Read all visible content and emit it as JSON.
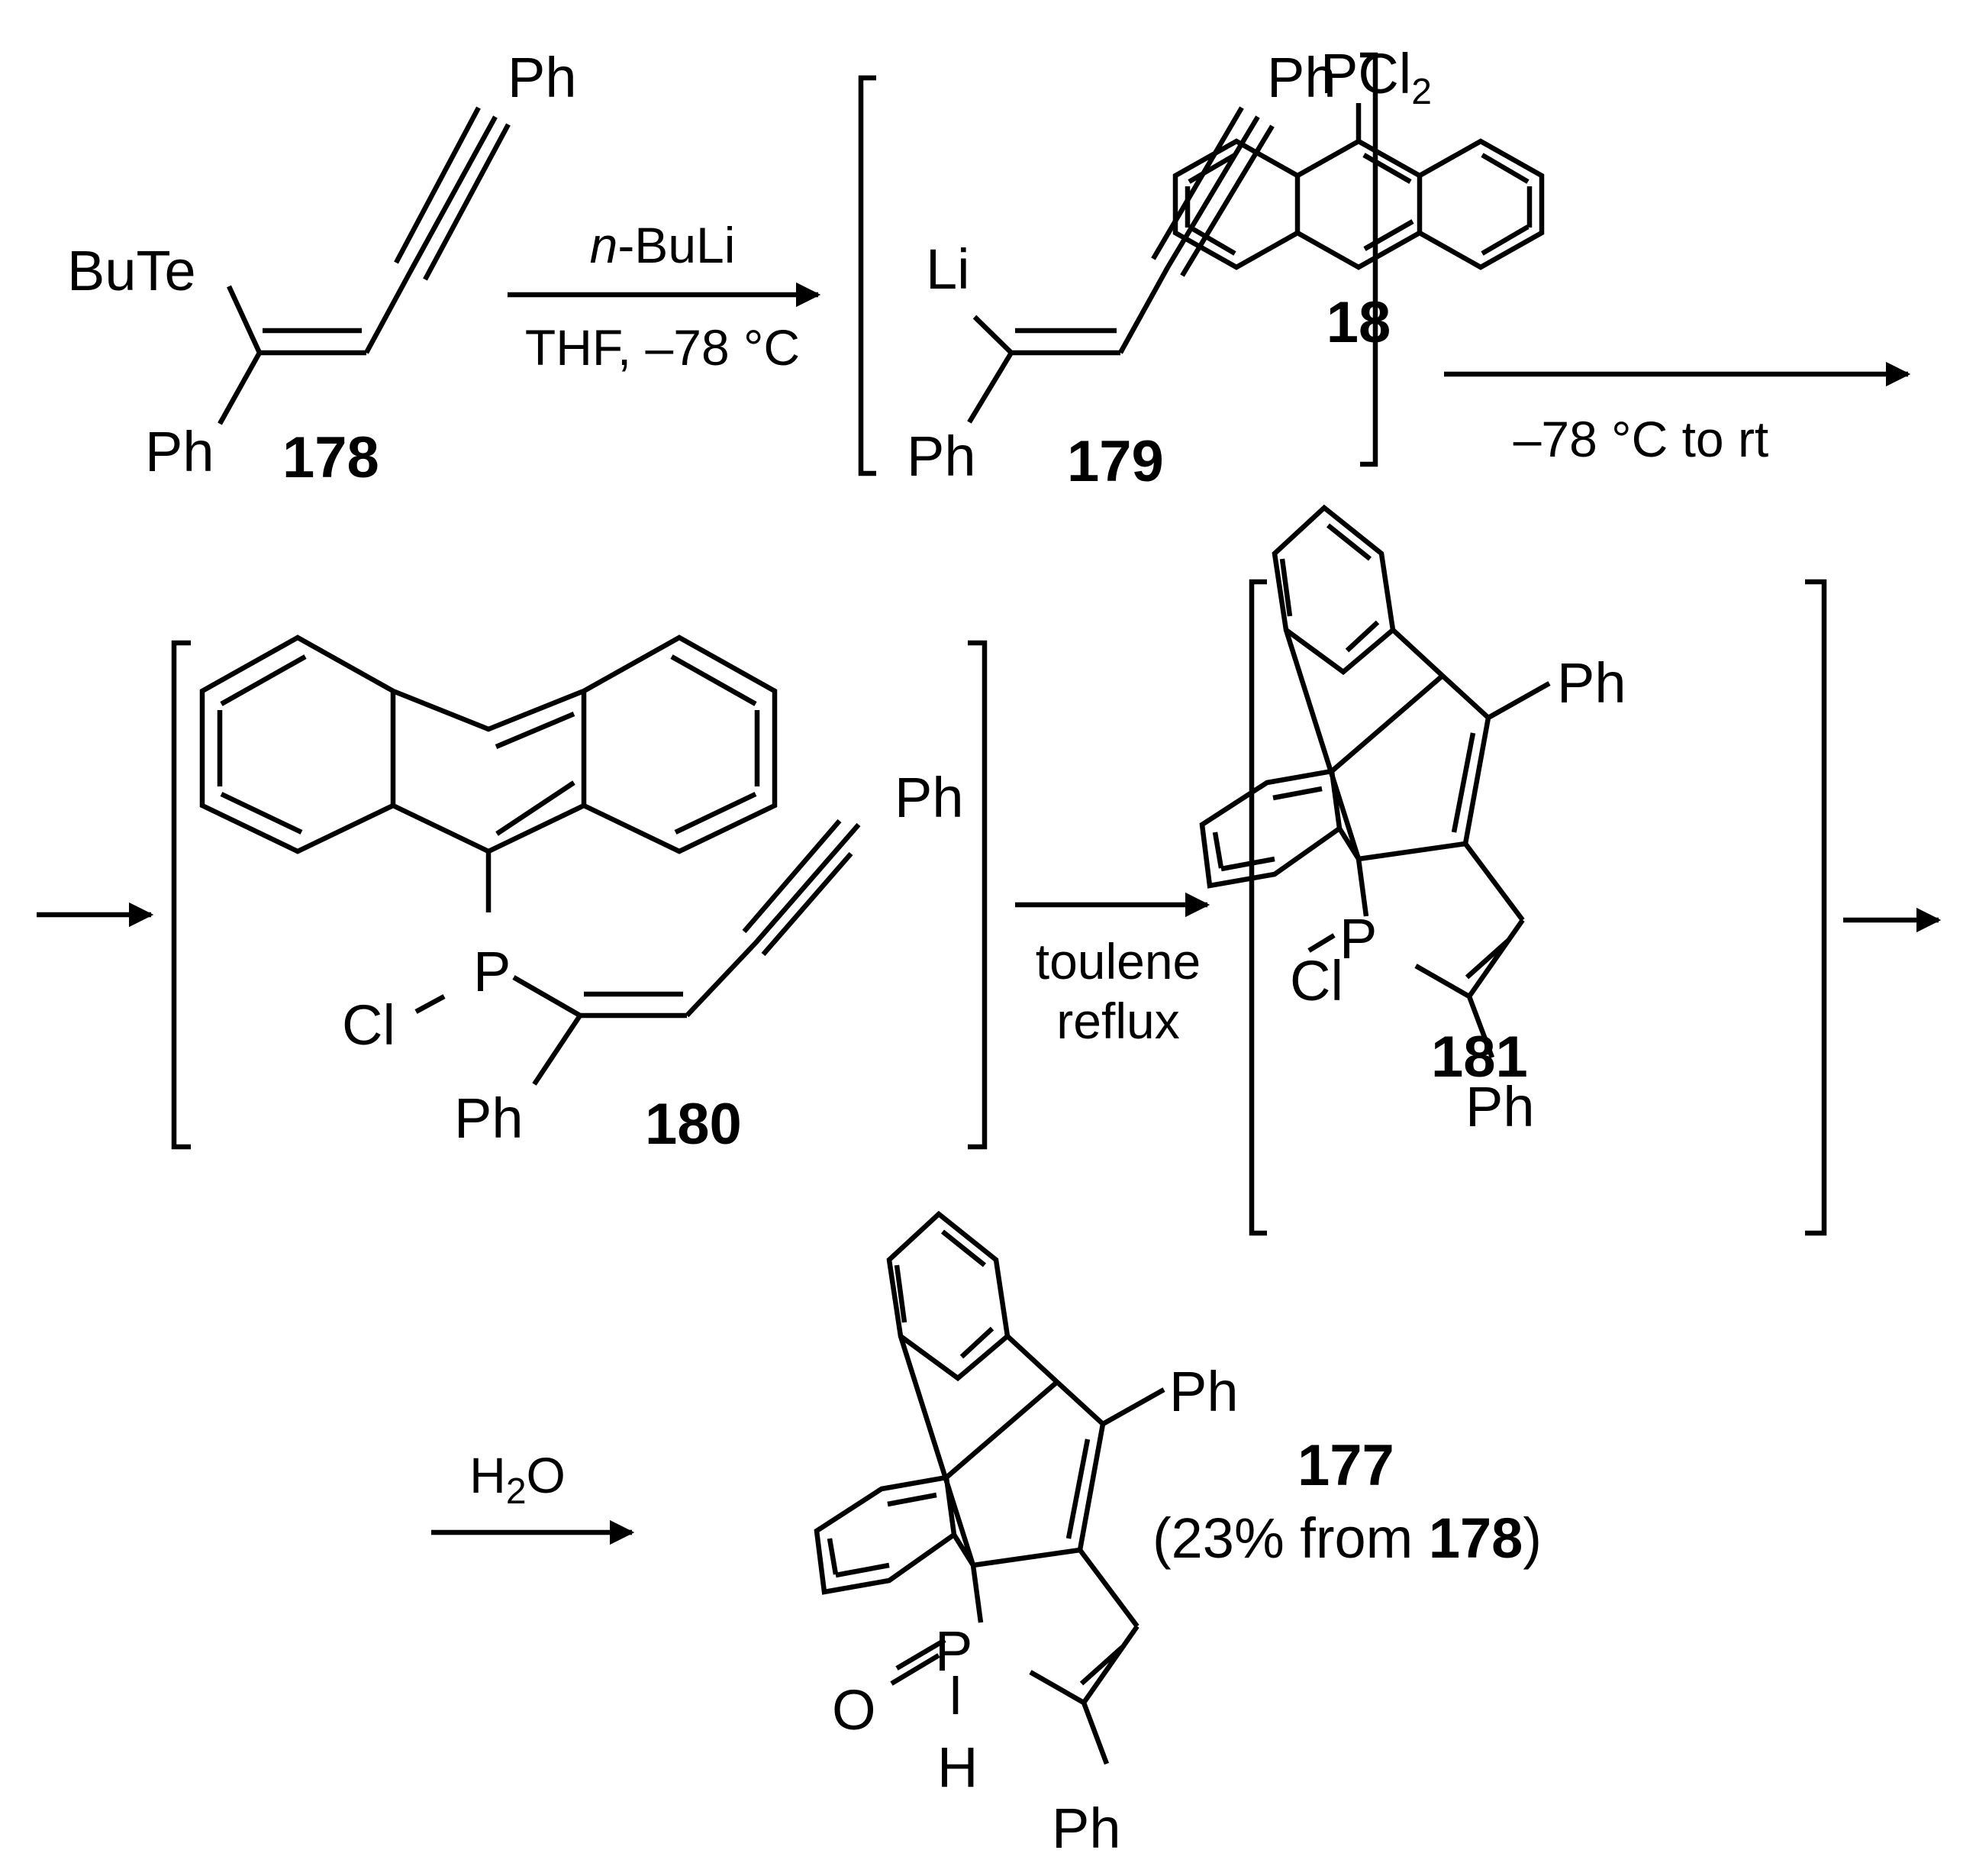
{
  "compounds": {
    "c178": {
      "id": "178",
      "butyl_telluro": "BuTe",
      "phenyl_top": "Ph",
      "phenyl_bottom": "Ph"
    },
    "c179": {
      "id": "179",
      "lithium": "Li",
      "phenyl_top": "Ph",
      "phenyl_bottom": "Ph"
    },
    "c18": {
      "id": "18",
      "pcl": "PCl",
      "pcl_sub": "2"
    },
    "c180": {
      "id": "180",
      "phosphorus": "P",
      "chloro": "Cl",
      "phenyl_alkyne": "Ph",
      "phenyl_vinyl": "Ph"
    },
    "c181": {
      "id": "181",
      "phosphorus": "P",
      "chloro": "Cl",
      "phenyl_top": "Ph",
      "phenyl_bottom": "Ph"
    },
    "c177": {
      "id": "177",
      "phosphorus": "P",
      "oxygen": "O",
      "hydrogen": "H",
      "phenyl_top": "Ph",
      "phenyl_bottom": "Ph",
      "yield_open": "(23% from ",
      "yield_ref": "178",
      "yield_close": ")"
    }
  },
  "conditions": {
    "step1_reagent_prefix": "n",
    "step1_reagent_rest": "-BuLi",
    "step1_solvent": "THF, –78 °C",
    "step2_temperature": "–78 °C to rt",
    "step3_solvent": "toulene",
    "step3_mode": "reflux",
    "step4_reagent_h": "H",
    "step4_reagent_sub": "2",
    "step4_reagent_o": "O"
  }
}
